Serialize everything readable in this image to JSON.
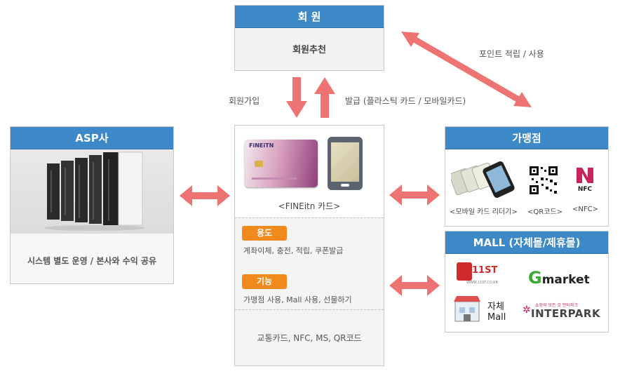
{
  "member": {
    "title": "회 원",
    "item": "회원추천"
  },
  "flows": {
    "join": "회원가입",
    "issue": "발급 (플라스틱 카드 / 모바일카드)",
    "points": "포인트 적립 / 사용"
  },
  "asp": {
    "title": "ASP사",
    "desc": "시스템 별도 운영 / 본사와 수익 공유"
  },
  "card": {
    "brand": "FiNEiTN",
    "caption": "<FINEitn 카드>",
    "usage_tag": "용도",
    "usage_text": "계좌이체, 충전, 적립, 쿠폰발급",
    "function_tag": "기능",
    "function_text": "가맹점 사용, Mall 사용, 선물하기",
    "bottom_text": "교통카드, NFC, MS, QR코드"
  },
  "merchant": {
    "title": "가맹점",
    "items": [
      "<모바일 카드 리더기>",
      "<QR코드>",
      "<NFC>"
    ],
    "nfc_label": "NFC"
  },
  "mall": {
    "title": "MALL (자체몰/제휴몰)",
    "eleven_st": "11ST",
    "eleven_st_url": "WWW.11ST.CO.KR",
    "gmarket": "market",
    "gmarket_g": "G",
    "own_mall": "자체\nMall",
    "interpark": "INTERPARK",
    "interpark_sub": "쇼핑의 모든 것 인터파크"
  },
  "colors": {
    "header": "#3d88c6",
    "arrow": "#ee7474",
    "tag": "#f08a1d"
  }
}
